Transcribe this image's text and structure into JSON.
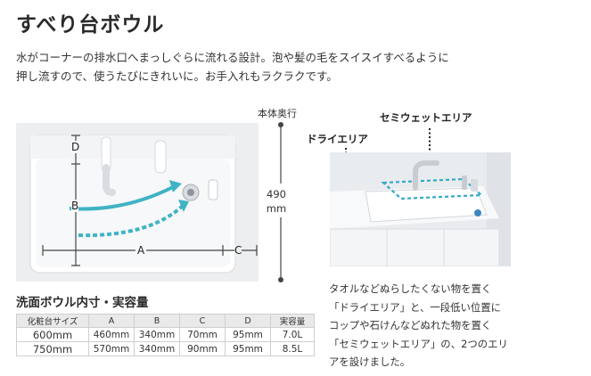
{
  "title": "すべり台ボウル",
  "description": {
    "line1": "水がコーナーの排水口へまっしぐらに流れる設計。泡や髪の毛をスイスイすべるように",
    "line2": "押し流すので、使うたびにきれいに。お手入れもラクラクです。"
  },
  "sink_figure": {
    "label_d": "D",
    "label_b": "B",
    "label_a": "A",
    "label_c": "C",
    "depth_label": "本体奥行",
    "depth_value": "490",
    "depth_unit": "mm"
  },
  "photo_labels": {
    "semi_wet": "セミウェットエリア",
    "dry": "ドライエリア"
  },
  "note": {
    "lines": [
      "タオルなどぬらしたくない物を置く",
      "「ドライエリア」と、一段低い位置に",
      "コップや石けんなどぬれた物を置く",
      "「セミウェットエリア」の、2つのエリ",
      "アを設けました。"
    ]
  },
  "table": {
    "title": "洗面ボウル内寸・実容量",
    "headers": [
      "化粧台サイズ",
      "A",
      "B",
      "C",
      "D",
      "実容量"
    ],
    "rows": [
      [
        "600mm",
        "460mm",
        "340mm",
        "70mm",
        "95mm",
        "7.0L"
      ],
      [
        "750mm",
        "570mm",
        "340mm",
        "90mm",
        "95mm",
        "8.5L"
      ]
    ]
  },
  "colors": {
    "arrow": "#3fb3c4",
    "dashed_area": "#33aac8",
    "sink_bg": "#f1f2f4"
  }
}
